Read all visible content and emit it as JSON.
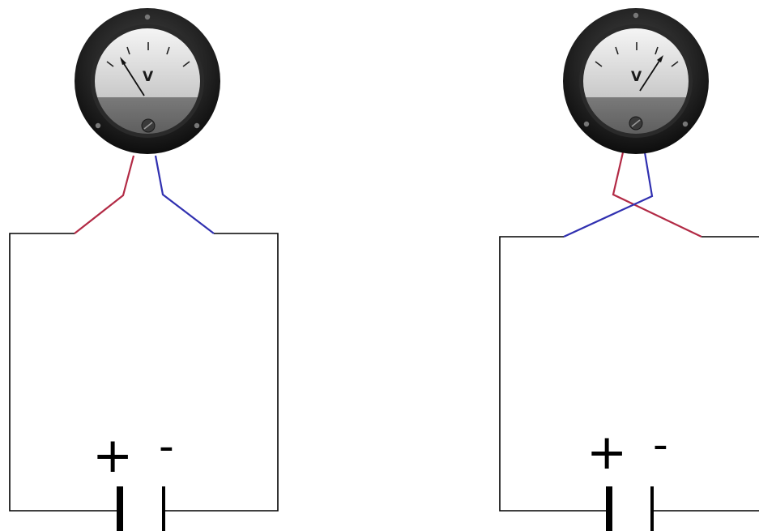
{
  "colors": {
    "positive_lead": "#b22a45",
    "negative_lead": "#3030b0",
    "wire": "#000000",
    "meter_bezel": "#1c1c1c",
    "dial_face": "#e9e9e9",
    "dial_lower": "#6b6b6b"
  },
  "circuits": [
    {
      "voltmeter": {
        "unit_label": "V",
        "needle": "deflects-left"
      },
      "battery": {
        "plus_label": "+",
        "minus_label": "-"
      },
      "leads": "correct"
    },
    {
      "voltmeter": {
        "unit_label": "V",
        "needle": "deflects-right"
      },
      "battery": {
        "plus_label": "+",
        "minus_label": "-"
      },
      "leads": "crossed"
    }
  ]
}
